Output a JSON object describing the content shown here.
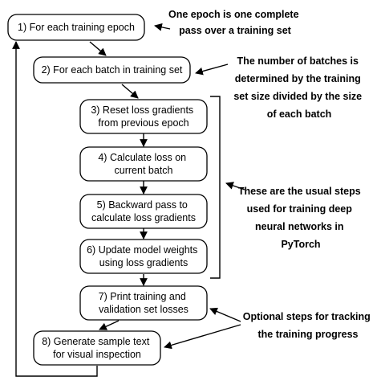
{
  "steps": [
    {
      "lines": [
        "1) For each training epoch"
      ]
    },
    {
      "lines": [
        "2) For each batch in training set"
      ]
    },
    {
      "lines": [
        "3) Reset loss gradients",
        "from previous epoch"
      ]
    },
    {
      "lines": [
        "4) Calculate loss on",
        "current batch"
      ]
    },
    {
      "lines": [
        "5) Backward pass to",
        "calculate loss gradients"
      ]
    },
    {
      "lines": [
        "6) Update model weights",
        "using loss gradients"
      ]
    },
    {
      "lines": [
        "7) Print training and",
        "validation set losses"
      ]
    },
    {
      "lines": [
        "8) Generate sample text",
        "for visual inspection"
      ]
    }
  ],
  "annotations": [
    {
      "lines": [
        "One epoch is one complete",
        "pass over a training set"
      ]
    },
    {
      "lines": [
        "The number of batches is",
        "determined by the training",
        "set size divided by the size",
        "of each batch"
      ]
    },
    {
      "lines": [
        "These are the usual steps",
        "used for training deep",
        "neural networks in",
        "PyTorch"
      ]
    },
    {
      "lines": [
        "Optional steps for tracking",
        "the training progress"
      ]
    }
  ]
}
